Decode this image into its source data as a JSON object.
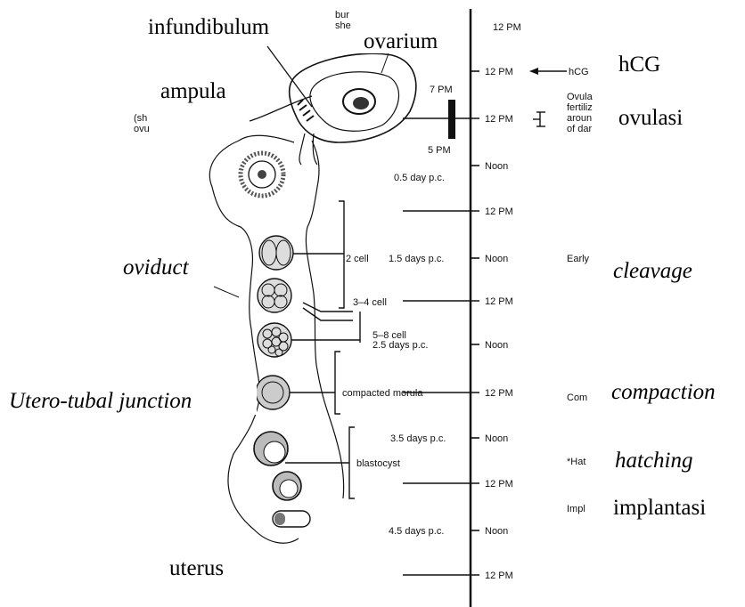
{
  "labels": {
    "infundibulum": "infundibulum",
    "ovarium": "ovarium",
    "ampula": "ampula",
    "hcg": "hCG",
    "ovulasi": "ovulasi",
    "oviduct": "oviduct",
    "cleavage": "cleavage",
    "utero_tubal": "Utero-tubal junction",
    "compaction": "compaction",
    "hatching": "hatching",
    "implantasi": "implantasi",
    "uterus": "uterus"
  },
  "timeline": {
    "top_12pm": "12 PM",
    "hcg_12pm": "12 PM",
    "hcg_arrow": "hCG",
    "ovul_12pm": "12 PM",
    "noon_05": "Noon",
    "day_05": "0.5 day p.c.",
    "pm_12_2": "12 PM",
    "noon_15": "Noon",
    "day_15": "1.5 days p.c.",
    "pm_12_3": "12 PM",
    "noon_25": "Noon",
    "day_25": "2.5 days p.c.",
    "pm_12_4": "12 PM",
    "noon_35": "Noon",
    "day_35": "3.5 days p.c.",
    "pm_12_5": "12 PM",
    "noon_45": "Noon",
    "day_45": "4.5 days p.c.",
    "pm_12_6": "12 PM",
    "pm7": "7 PM",
    "pm5": "5 PM"
  },
  "stages": {
    "cell2": "2 cell",
    "cell34": "3–4 cell",
    "cell58": "5–8 cell",
    "morula": "compacted morula",
    "blastocyst": "blastocyst"
  },
  "cropped_text": {
    "top_small_1": "bur",
    "top_small_2": "she",
    "left_small_1": "(sh",
    "left_small_2": "ovu",
    "right_ovul_1": "Ovula",
    "right_ovul_2": "fertiliz",
    "right_ovul_3": "aroun",
    "right_ovul_4": "of dar",
    "right_early": "Early",
    "right_com": "Com",
    "right_hat": "*Hat",
    "right_impl": "Impl"
  }
}
